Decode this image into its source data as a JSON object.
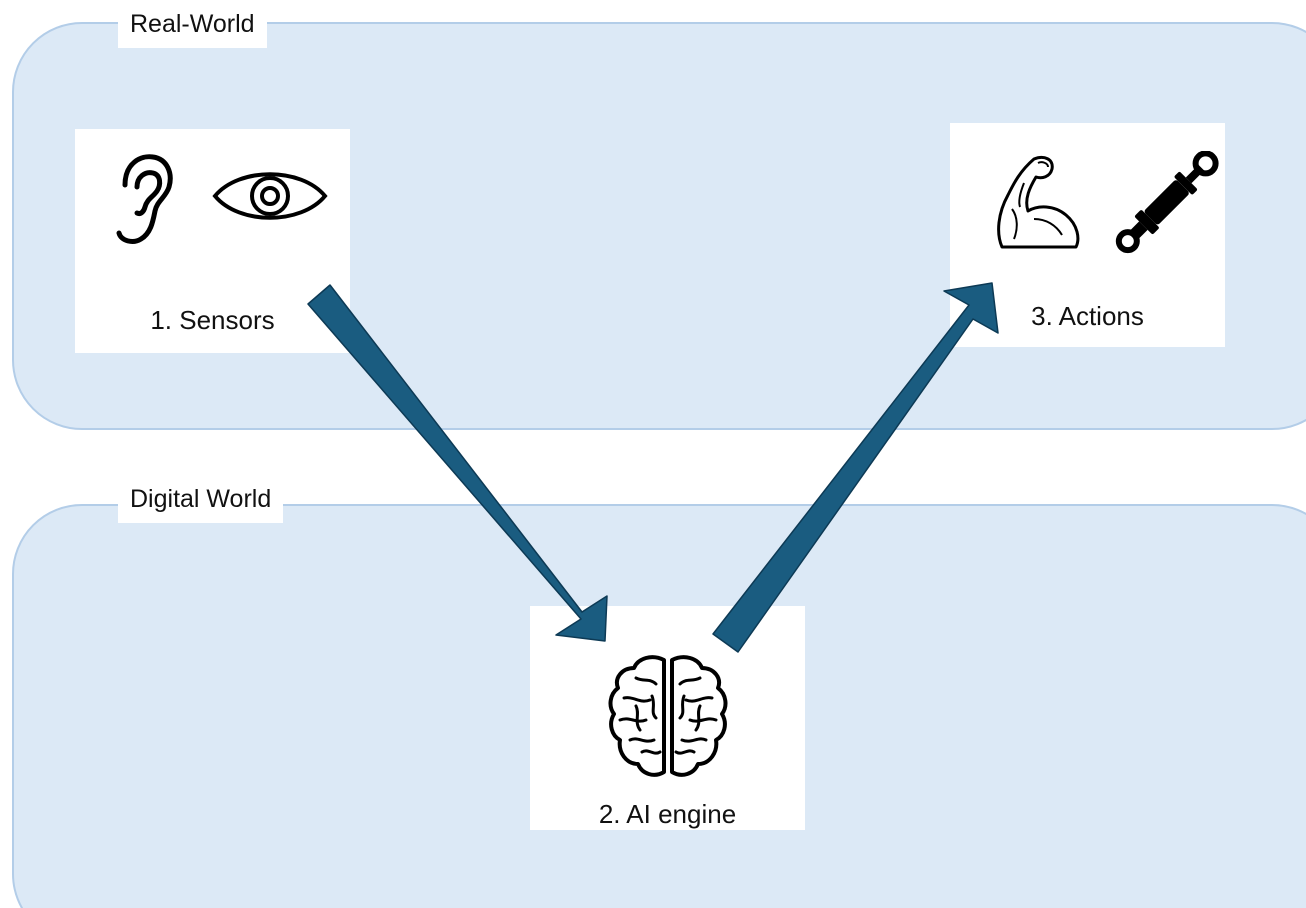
{
  "regions": {
    "real_world": "Real-World",
    "digital_world": "Digital World"
  },
  "steps": {
    "sensors": "1. Sensors",
    "ai_engine": "2. AI engine",
    "actions": "3. Actions"
  },
  "icons": {
    "sensors": [
      "ear-icon",
      "eye-icon"
    ],
    "ai_engine": [
      "brain-icon"
    ],
    "actions": [
      "flexed-arm-icon",
      "hydraulic-cylinder-icon"
    ]
  },
  "colors": {
    "region_fill": "#dce9f6",
    "region_border": "#b3cde8",
    "arrow": "#1a5c80"
  }
}
